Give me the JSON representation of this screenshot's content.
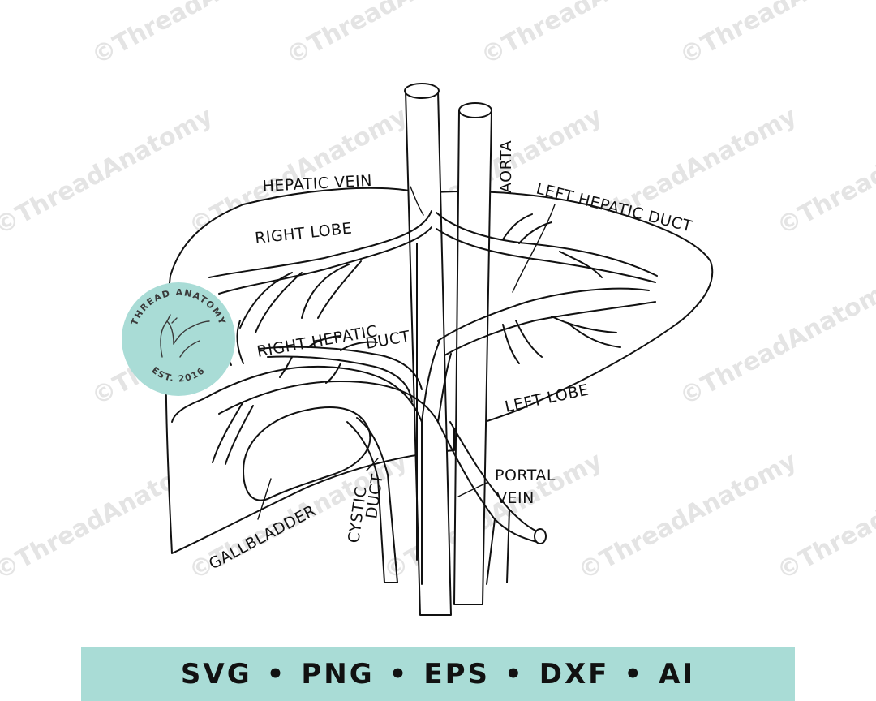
{
  "watermark": {
    "text": "©ThreadAnatomy",
    "color": "#e4e4e4"
  },
  "labels": {
    "hepatic_vein": "HEPATIC VEIN",
    "aorta": "AORTA",
    "left_hepatic_duct": "LEFT HEPATIC DUCT",
    "right_lobe": "RIGHT LOBE",
    "right_hepatic_duct_1": "RIGHT HEPATIC",
    "right_hepatic_duct_2": "DUCT",
    "left_lobe": "LEFT LOBE",
    "portal_vein_1": "PORTAL",
    "portal_vein_2": "VEIN",
    "cystic_duct_1": "CYSTIC",
    "cystic_duct_2": "DUCT",
    "gallbladder": "GALLBLADDER"
  },
  "seal": {
    "top_text": "THREAD ANATOMY",
    "bottom_text": "EST. 2016",
    "color": "#a9dcd6"
  },
  "banner": {
    "formats": [
      "SVG",
      "PNG",
      "EPS",
      "DXF",
      "AI"
    ],
    "separator": "•",
    "color": "#a9dcd6"
  }
}
